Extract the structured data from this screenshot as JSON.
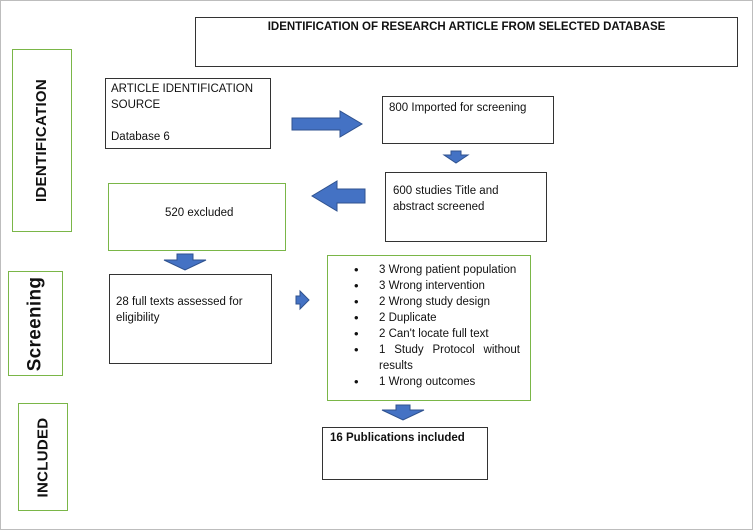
{
  "header": {
    "title": "IDENTIFICATION OF RESEARCH ARTICLE FROM SELECTED DATABASE"
  },
  "stages": {
    "identification": "IDENTIFICATION",
    "screening": "Screening",
    "included": "INCLUDED"
  },
  "source": {
    "line1": "ARTICLE IDENTIFICATION",
    "line2": "SOURCE",
    "line3": "Database 6"
  },
  "imported": "800 Imported for screening",
  "screened": {
    "line1": "600 studies Title and",
    "line2": "abstract screened"
  },
  "excluded": "520 excluded",
  "fulltext": {
    "line1": "28 full texts assessed for",
    "line2": "eligibility"
  },
  "reasons": {
    "r1": "3 Wrong patient population",
    "r2": "3 Wrong intervention",
    "r3": "2 Wrong study design",
    "r4": "2 Duplicate",
    "r5": "2 Can't locate full text",
    "r6a": "1 Study Protocol without",
    "r6b": "results",
    "r7": "1 Wrong outcomes"
  },
  "included_box": "16 Publications included",
  "colors": {
    "arrow": "#4472c4",
    "arrow_edge": "#2f528f",
    "stage_border": "#7ab648",
    "box_border": "#333333"
  }
}
